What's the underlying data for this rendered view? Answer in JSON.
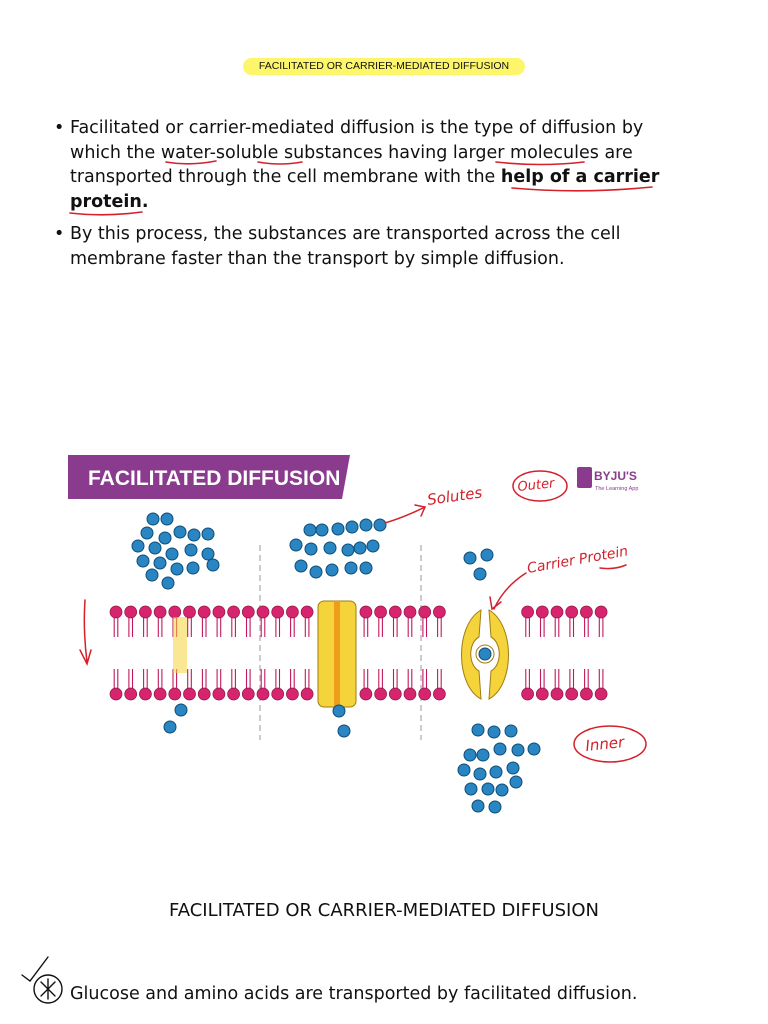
{
  "header": {
    "pill_title": "FACILITATED OR CARRIER-MEDIATED DIFFUSION"
  },
  "bullets": [
    {
      "text_a": "Facilitated or carrier-mediated diffusion is the type of diffusion by which the water-soluble substances having larger molecules are transported through the cell membrane with the ",
      "text_bold": "help of a carrier protein."
    },
    {
      "text": "By this process, the substances are transported across the cell membrane faster than the transport by simple diffusion."
    }
  ],
  "figure": {
    "banner": "FACILITATED DIFFUSION",
    "logo_name": "BYJU'S",
    "logo_tagline": "The Learning App",
    "handwriting": {
      "solutes": "Solutes",
      "outer": "Outer",
      "carrier": "Carrier Protein",
      "inner": "Inner"
    },
    "colors": {
      "banner": "#8b3b8e",
      "lipid_head": "#d6246e",
      "molecule": "#2a86c2",
      "protein": "#f5d33a",
      "ink": "#d4212b"
    }
  },
  "caption": "FACILITATED OR CARRIER-MEDIATED DIFFUSION",
  "note": "Glucose and amino acids are transported by facilitated diffusion."
}
